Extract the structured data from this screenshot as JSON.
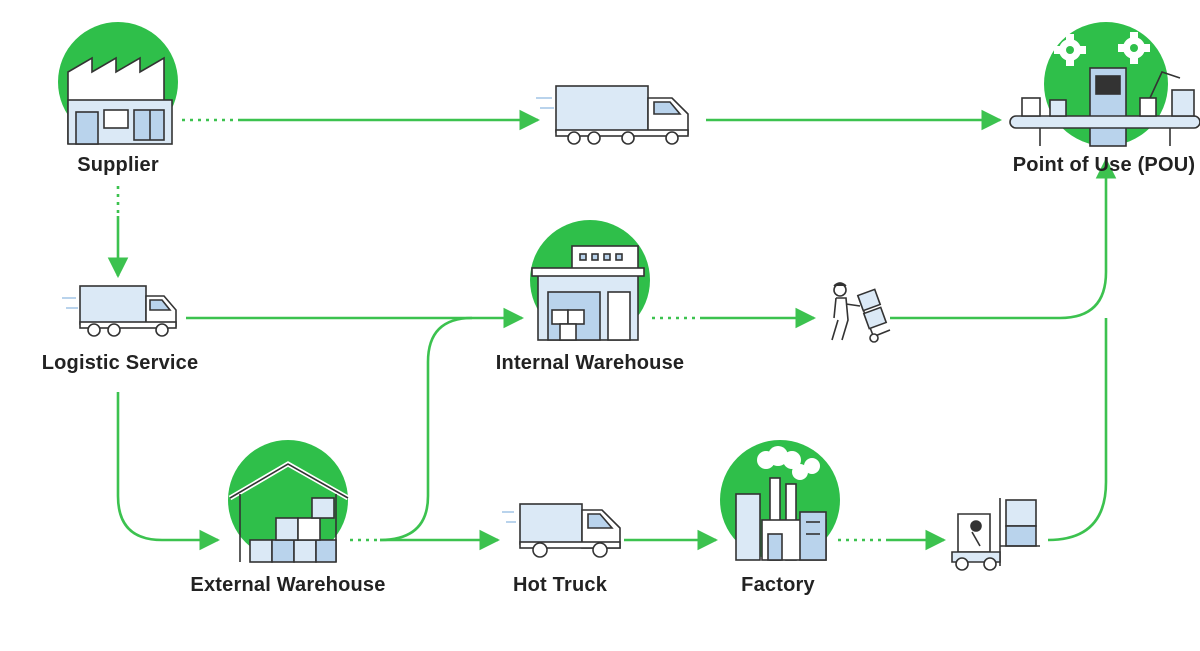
{
  "diagram": {
    "colors": {
      "accent": "#2fbf4a",
      "line": "#3cc24f",
      "outline": "#333333",
      "fill_light": "#dbe9f6",
      "fill_mid": "#b9d3ec",
      "label": "#222222"
    },
    "nodes": {
      "supplier": {
        "label": "Supplier",
        "icon": "factory-icon"
      },
      "truck_top": {
        "label": "",
        "icon": "delivery-truck-icon"
      },
      "pou": {
        "label": "Point of Use (POU)",
        "icon": "production-line-icon"
      },
      "logistic": {
        "label": "Logistic Service",
        "icon": "delivery-truck-icon"
      },
      "internal_wh": {
        "label": "Internal Warehouse",
        "icon": "warehouse-icon"
      },
      "handcart": {
        "label": "",
        "icon": "hand-truck-worker-icon"
      },
      "external_wh": {
        "label": "External Warehouse",
        "icon": "storage-shed-icon"
      },
      "hot_truck": {
        "label": "Hot Truck",
        "icon": "van-icon"
      },
      "factory": {
        "label": "Factory",
        "icon": "factory-smokestack-icon"
      },
      "forklift": {
        "label": "",
        "icon": "forklift-icon"
      }
    }
  }
}
